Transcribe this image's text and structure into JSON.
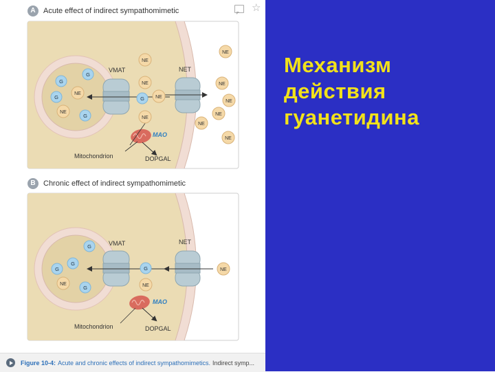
{
  "slide": {
    "title": "Механизм\nдействия\nгуанетидина"
  },
  "panel_a": {
    "badge": "A",
    "heading": "Acute effect of indirect sympathomimetic",
    "vmat": "VMAT",
    "net": "NET",
    "mao": "MAO",
    "mitochondrion": "Mitochondrion",
    "dopgal": "DOPGAL",
    "vesicle_molecules": [
      "G",
      "G",
      "NE",
      "G",
      "NE",
      "G"
    ],
    "cytoplasm_molecules": [
      "NE",
      "NE",
      "G",
      "NE",
      "NE"
    ],
    "outside_molecules": [
      "NE",
      "NE",
      "NE",
      "NE",
      "NE",
      "NE"
    ]
  },
  "panel_b": {
    "badge": "B",
    "heading": "Chronic effect of indirect sympathomimetic",
    "vmat": "VMAT",
    "net": "NET",
    "mao": "MAO",
    "mitochondrion": "Mitochondrion",
    "dopgal": "DOPGAL",
    "vesicle_molecules": [
      "G",
      "G",
      "G",
      "NE",
      "G"
    ],
    "cytoplasm_molecules": [
      "G",
      "NE"
    ],
    "outside_molecules": [
      "NE"
    ]
  },
  "footer": {
    "figure_label": "Figure 10-4:",
    "caption": "Acute and chronic effects of indirect sympathomimetics.",
    "caption_more": "Indirect symp..."
  },
  "colors": {
    "slide_background": "#2b2fc4",
    "title_text": "#f2e21a",
    "ne_fill": "#f5d9a8",
    "g_fill": "#a9d4ee",
    "mao_text": "#2f7fc1",
    "mitochondrion": "#d96b5e"
  },
  "icons": {
    "comment": "comment-icon",
    "bookmark": "star-icon",
    "play": "play-icon"
  }
}
